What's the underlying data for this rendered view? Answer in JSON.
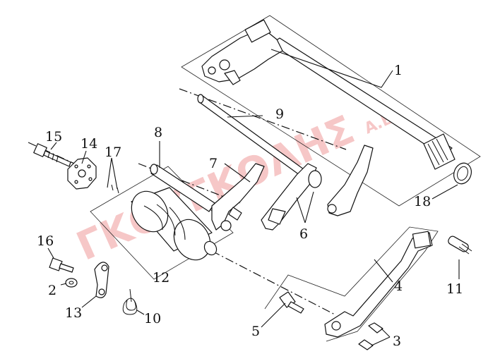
{
  "diagram": {
    "watermark": "ΓΚΟΥΓΚΟΛΗΣ",
    "watermark_suffix": "Α.Ε.",
    "callouts": [
      {
        "id": "c1",
        "label": "1"
      },
      {
        "id": "c2",
        "label": "2"
      },
      {
        "id": "c3",
        "label": "3"
      },
      {
        "id": "c4",
        "label": "4"
      },
      {
        "id": "c5",
        "label": "5"
      },
      {
        "id": "c6",
        "label": "6"
      },
      {
        "id": "c7",
        "label": "7"
      },
      {
        "id": "c8",
        "label": "8"
      },
      {
        "id": "c9",
        "label": "9"
      },
      {
        "id": "c10",
        "label": "10"
      },
      {
        "id": "c11",
        "label": "11"
      },
      {
        "id": "c12",
        "label": "12"
      },
      {
        "id": "c13",
        "label": "13"
      },
      {
        "id": "c14",
        "label": "14"
      },
      {
        "id": "c15",
        "label": "15"
      },
      {
        "id": "c16",
        "label": "16"
      },
      {
        "id": "c17",
        "label": "17"
      },
      {
        "id": "c18",
        "label": "18"
      }
    ]
  }
}
